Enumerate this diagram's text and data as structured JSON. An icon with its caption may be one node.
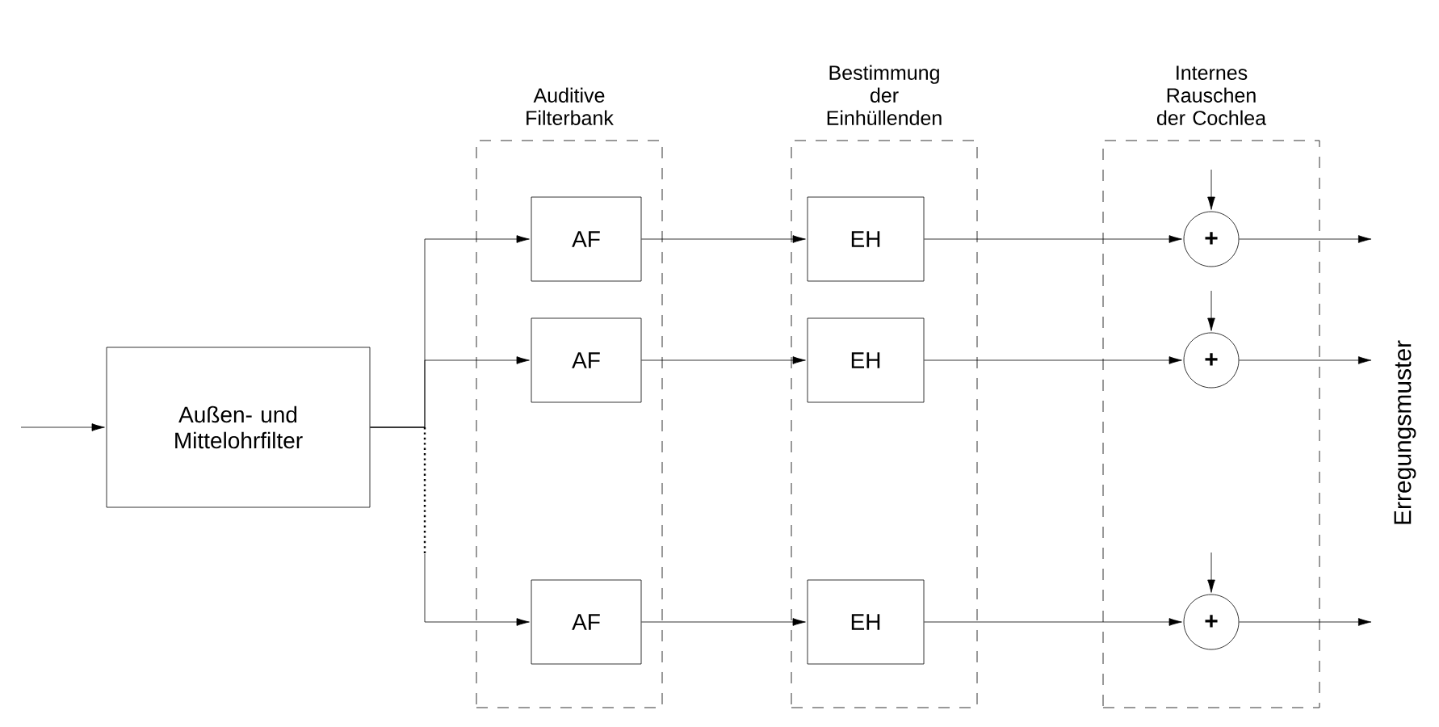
{
  "diagram": {
    "nodes": [
      {
        "text": [
          "Auditive Filterbank"
        ]
      },
      {
        "text": [
          "Bestimmung der Einhüllenden"
        ]
      },
      {
        "text": [
          "Internes Rauschen der Cochlea"
        ]
      },
      {
        "text": [
          "Außen- und Mittelohrfilter"
        ]
      },
      {
        "text": [
          "AF"
        ],
        "in": 0
      },
      {
        "text": [
          "AF"
        ],
        "in": 0
      },
      {
        "text": [
          "AF"
        ],
        "in": 0
      },
      {
        "text": [
          "EH"
        ],
        "in": 1
      },
      {
        "text": [
          "EH"
        ],
        "in": 1
      },
      {
        "text": [
          "EH"
        ],
        "in": 1
      },
      {
        "text": [
          "+"
        ],
        "in": 2
      },
      {
        "text": [
          "+"
        ],
        "in": 2
      },
      {
        "text": [
          "+"
        ],
        "in": 2
      }
    ],
    "edges": [
      {
        "from": null,
        "to": 3,
        "arrow": "to"
      },
      {
        "from": 3,
        "to": 4,
        "arrow": "to"
      },
      {
        "from": 3,
        "to": 5,
        "arrow": "to"
      },
      {
        "from": 3,
        "to": 6,
        "arrow": "to"
      },
      {
        "from": 4,
        "to": 7,
        "arrow": "to"
      },
      {
        "from": 5,
        "to": 8,
        "arrow": "to"
      },
      {
        "from": 6,
        "to": 9,
        "arrow": "to"
      },
      {
        "from": 7,
        "to": 10,
        "arrow": "to"
      },
      {
        "from": 8,
        "to": 11,
        "arrow": "to"
      },
      {
        "from": 9,
        "to": 12,
        "arrow": "to"
      },
      {
        "from": null,
        "to": 10,
        "arrow": "to"
      },
      {
        "from": null,
        "to": 11,
        "arrow": "to"
      },
      {
        "from": null,
        "to": 12,
        "arrow": "to"
      },
      {
        "from": 10,
        "to": null,
        "arrow": "to"
      },
      {
        "from": 11,
        "to": null,
        "arrow": "to"
      },
      {
        "from": 12,
        "to": null,
        "arrow": "to"
      }
    ],
    "labels": [
      "Erregungsmuster"
    ]
  }
}
